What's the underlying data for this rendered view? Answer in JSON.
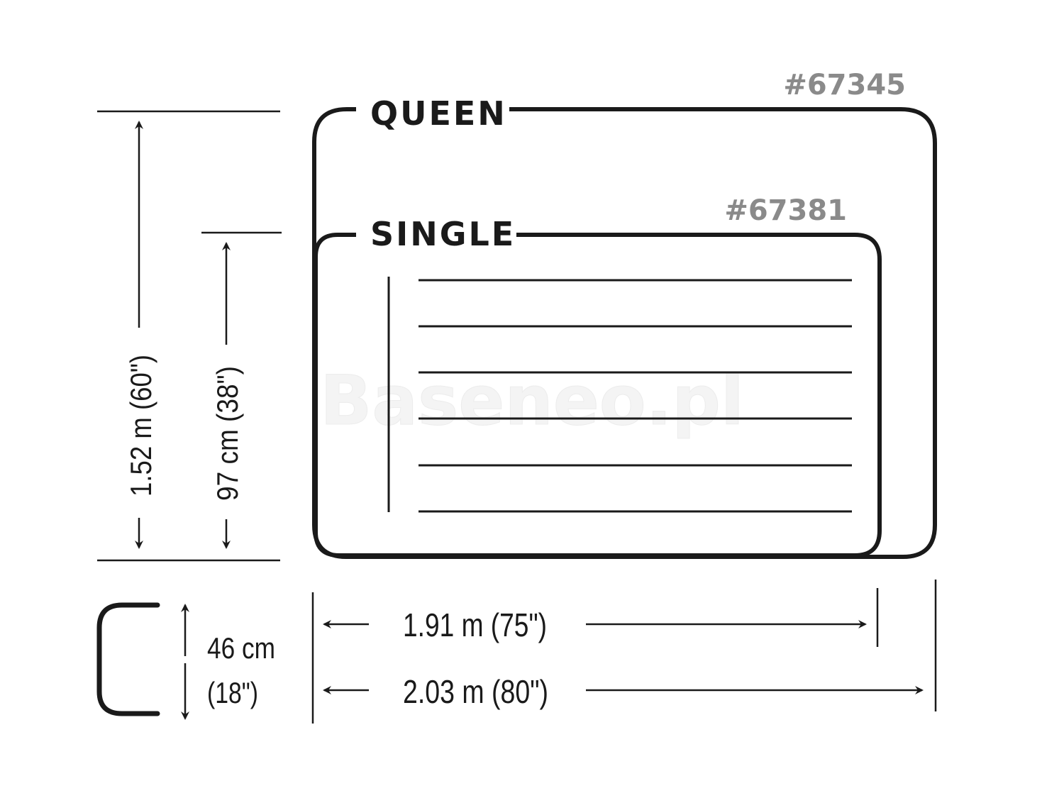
{
  "products": {
    "queen": {
      "name": "QUEEN",
      "code": "#67345"
    },
    "single": {
      "name": "SINGLE",
      "code": "#67381"
    }
  },
  "dimensions": {
    "queen_width": "1.52 m (60\")",
    "single_width": "97 cm (38\")",
    "single_length": "1.91 m (75\")",
    "queen_length": "2.03 m (80\")",
    "height_line1": "46 cm",
    "height_line2": "(18\")"
  },
  "watermark": "Baseneo.pl",
  "colors": {
    "outline": "#1a1a1a",
    "code_text": "#8a8a8a",
    "watermark": "#f4f4f4"
  }
}
